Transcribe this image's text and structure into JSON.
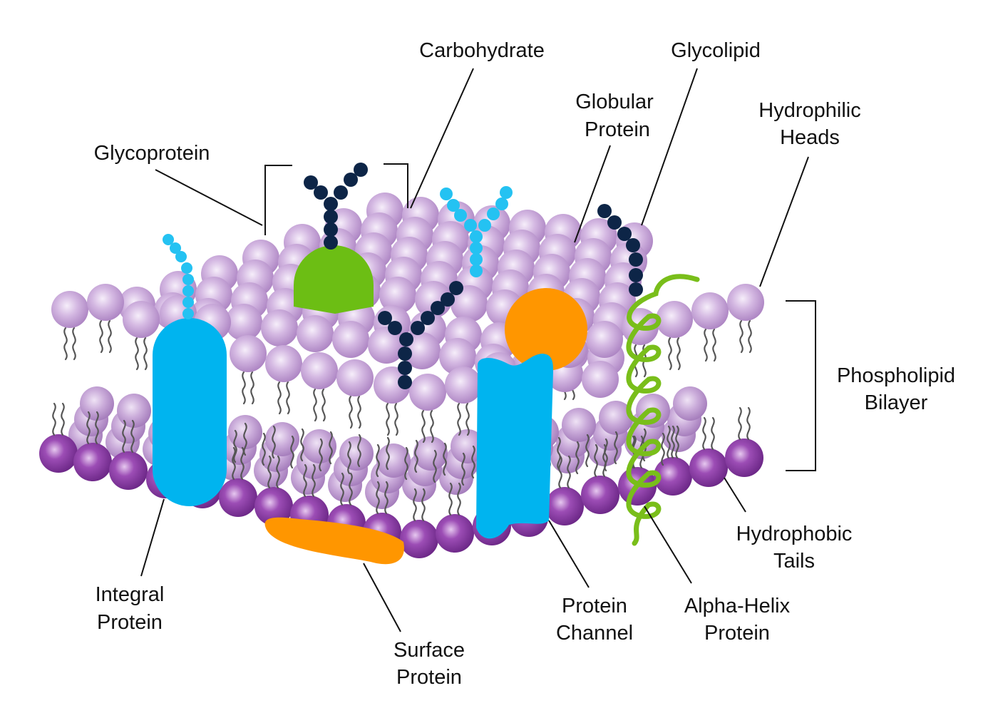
{
  "labels": {
    "carbohydrate": "Carbohydrate",
    "glycolipid": "Glycolipid",
    "globular_protein": [
      "Globular",
      "Protein"
    ],
    "hydrophilic_heads": [
      "Hydrophilic",
      "Heads"
    ],
    "glycoprotein": "Glycoprotein",
    "phospholipid_bilayer": [
      "Phospholipid",
      "Bilayer"
    ],
    "hydrophobic_tails": [
      "Hydrophobic",
      "Tails"
    ],
    "integral_protein": [
      "Integral",
      "Protein"
    ],
    "surface_protein": [
      "Surface",
      "Protein"
    ],
    "protein_channel": [
      "Protein",
      "Channel"
    ],
    "alpha_helix_protein": [
      "Alpha-Helix",
      "Protein"
    ]
  },
  "colors": {
    "top_head": "#c7a6da",
    "top_head_highlight": "#f3eaf8",
    "bottom_head": "#8a3fa3",
    "bottom_head_highlight": "#e7c9f0",
    "tail": "#555555",
    "integral_protein": "#00b4ef",
    "globular_protein": "#6cbe14",
    "orange_protein": "#ff9600",
    "carbohydrate_dark": "#0d2547",
    "carbohydrate_light": "#24c2f2",
    "alpha_helix": "#79be1a",
    "leader_line": "#111111"
  }
}
